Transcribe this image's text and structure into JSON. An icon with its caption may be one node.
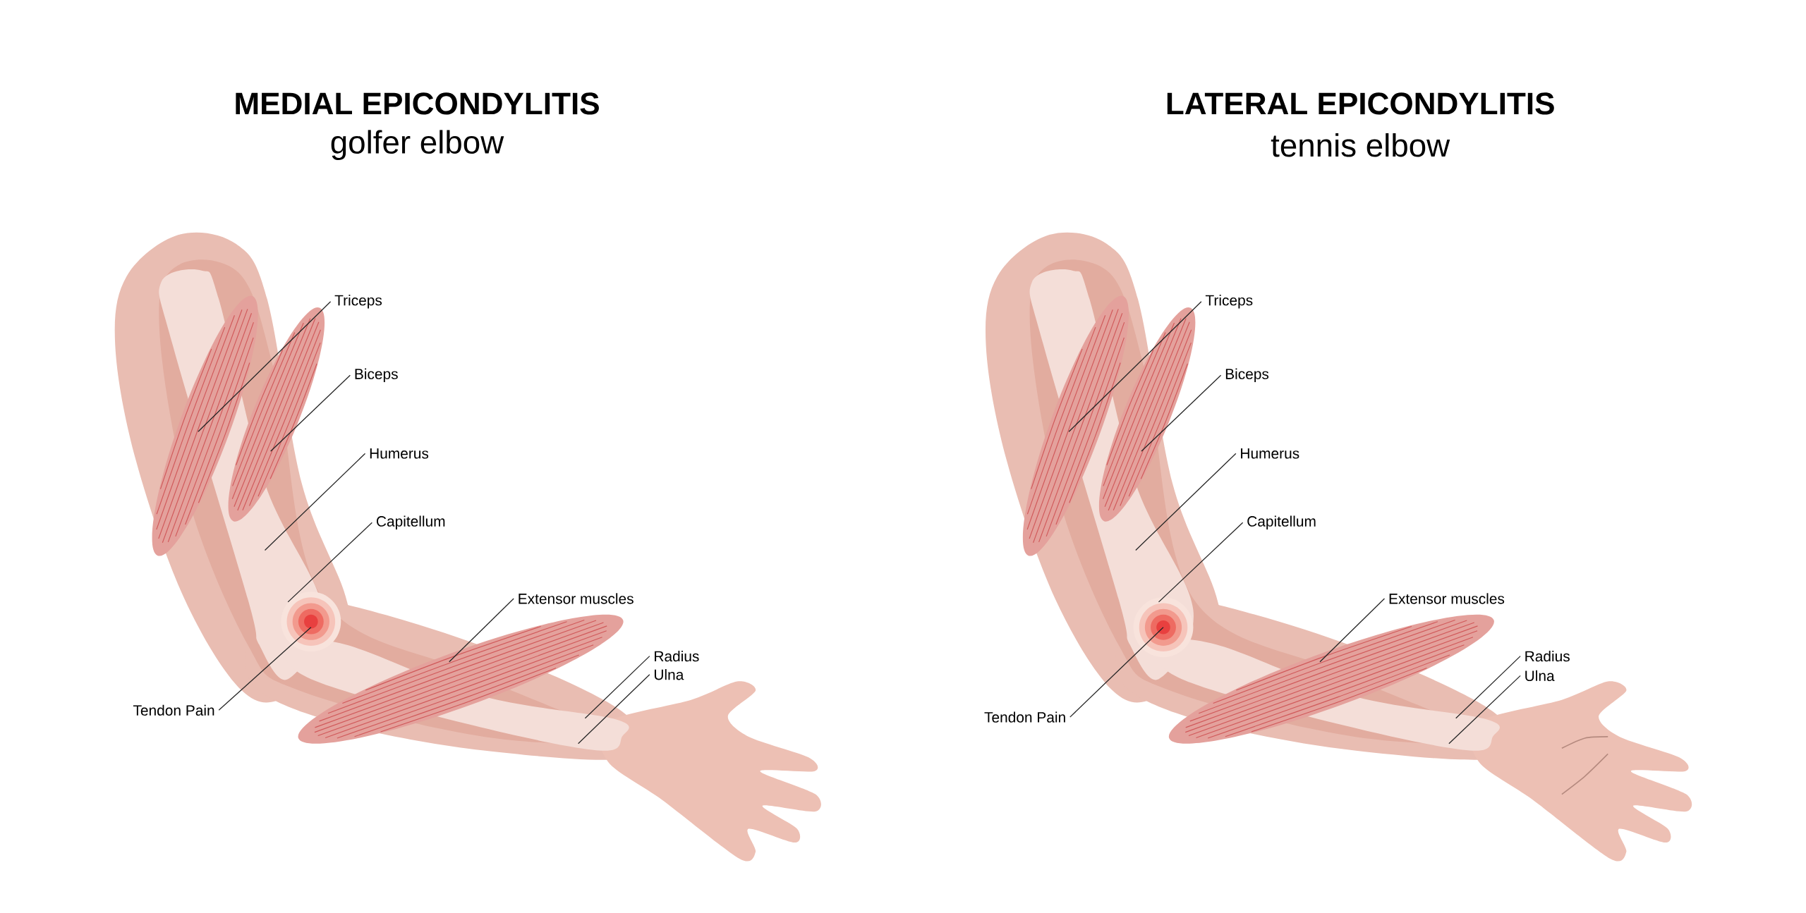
{
  "diagram": {
    "nodes": [
      {
        "text": [
          "Triceps"
        ]
      },
      {
        "text": [
          "Biceps"
        ]
      },
      {
        "text": [
          "Humerus"
        ]
      },
      {
        "text": [
          "Capitellum"
        ]
      },
      {
        "text": [
          "Extensor muscles"
        ]
      },
      {
        "text": [
          "Radius"
        ]
      },
      {
        "text": [
          "Ulna"
        ]
      },
      {
        "text": [
          "Tendon Pain"
        ]
      },
      {
        "text": [
          "Triceps"
        ]
      },
      {
        "text": [
          "Biceps"
        ]
      },
      {
        "text": [
          "Humerus"
        ]
      },
      {
        "text": [
          "Capitellum"
        ]
      },
      {
        "text": [
          "Extensor muscles"
        ]
      },
      {
        "text": [
          "Radius"
        ]
      },
      {
        "text": [
          "Ulna"
        ]
      },
      {
        "text": [
          "Tendon Pain"
        ]
      }
    ],
    "edges": [
      {
        "from": 0,
        "to": null,
        "arrow": "none"
      },
      {
        "from": 1,
        "to": null,
        "arrow": "none"
      },
      {
        "from": 2,
        "to": null,
        "arrow": "none"
      },
      {
        "from": 3,
        "to": null,
        "arrow": "none"
      },
      {
        "from": 4,
        "to": null,
        "arrow": "none"
      },
      {
        "from": 5,
        "to": null,
        "arrow": "none"
      },
      {
        "from": 6,
        "to": null,
        "arrow": "none"
      },
      {
        "from": 7,
        "to": null,
        "arrow": "none"
      },
      {
        "from": 8,
        "to": null,
        "arrow": "none"
      },
      {
        "from": 9,
        "to": null,
        "arrow": "none"
      },
      {
        "from": 10,
        "to": null,
        "arrow": "none"
      },
      {
        "from": 11,
        "to": null,
        "arrow": "none"
      },
      {
        "from": 12,
        "to": null,
        "arrow": "none"
      },
      {
        "from": 13,
        "to": null,
        "arrow": "none"
      },
      {
        "from": 14,
        "to": null,
        "arrow": "none"
      },
      {
        "from": 15,
        "to": null,
        "arrow": "none"
      }
    ],
    "labels": [
      "MEDIAL EPICONDYLITIS",
      "golfer elbow",
      "LATERAL EPICONDYLITIS",
      "tennis elbow"
    ]
  }
}
